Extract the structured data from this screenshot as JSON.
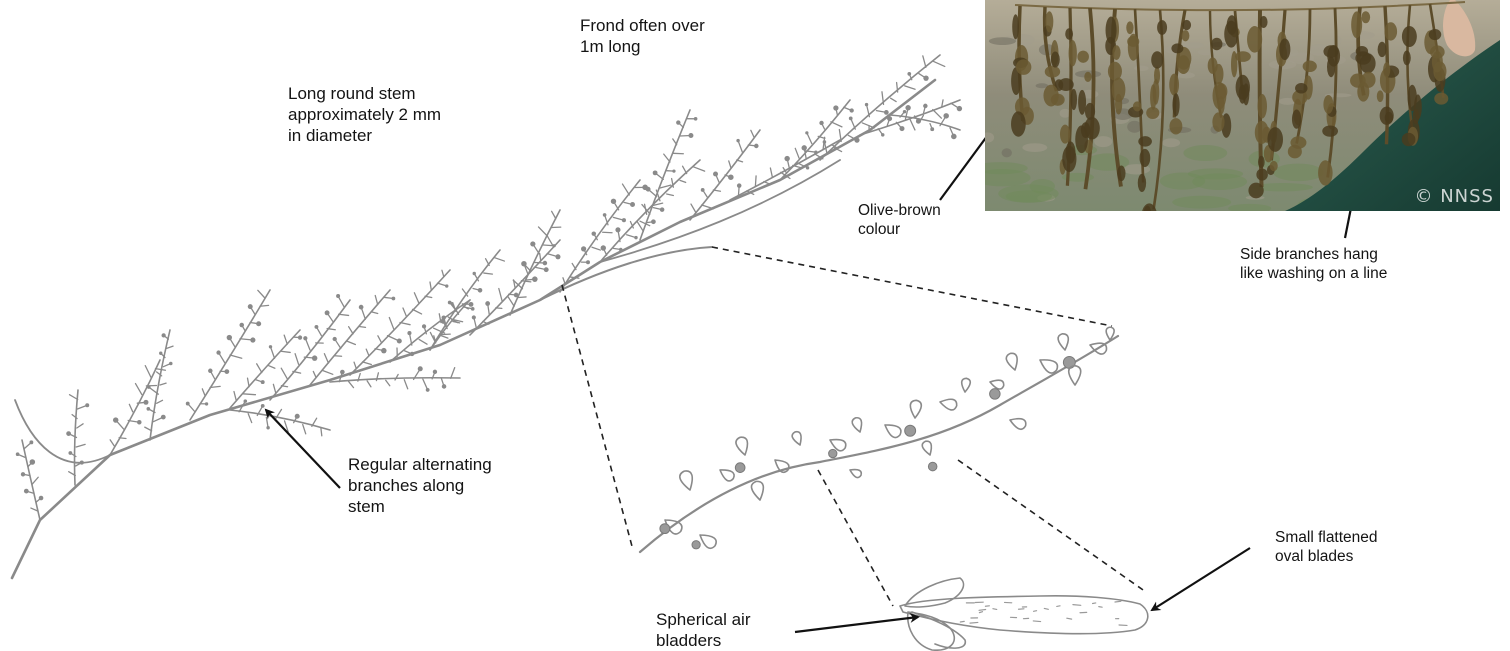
{
  "labels": {
    "frond": "Frond often over\n1m long",
    "stem": "Long round stem\napproximately 2 mm\nin diameter",
    "branches": "Regular alternating\nbranches along\nstem",
    "colour": "Olive-brown\ncolour",
    "side_branches": "Side branches hang\nlike washing on a line",
    "blades": "Small flattened\noval blades",
    "bladders": "Spherical air\nbladders"
  },
  "photo": {
    "watermark": "© NNSS"
  },
  "colors": {
    "sketch_stroke": "#8a8a8a",
    "sketch_dark": "#6f6f6f",
    "text": "#141414",
    "arrow": "#111111",
    "photo_ground": "#8f8c7a",
    "photo_weed": "#6b5a33",
    "photo_sleeve": "#1f4a3f"
  },
  "icons": [
    "arrow-icon"
  ]
}
